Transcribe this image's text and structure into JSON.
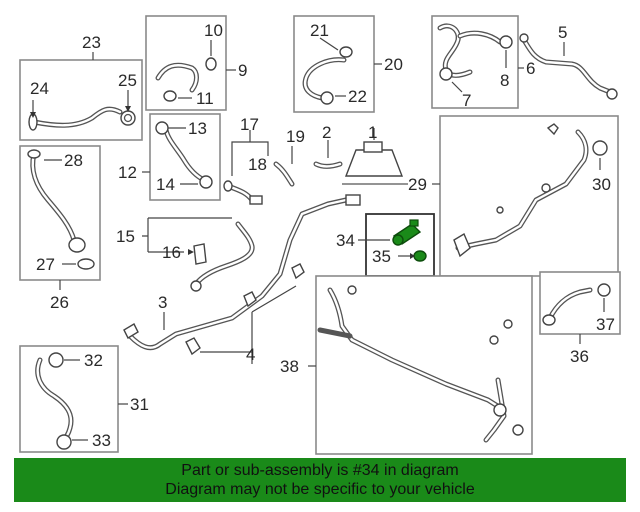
{
  "callouts": {
    "c1": "1",
    "c2": "2",
    "c3": "3",
    "c4": "4",
    "c5": "5",
    "c6": "6",
    "c7": "7",
    "c8": "8",
    "c9": "9",
    "c10": "10",
    "c11": "11",
    "c12": "12",
    "c13": "13",
    "c14": "14",
    "c15": "15",
    "c16": "16",
    "c17": "17",
    "c18": "18",
    "c19": "19",
    "c20": "20",
    "c21": "21",
    "c22": "22",
    "c23": "23",
    "c24": "24",
    "c25": "25",
    "c26": "26",
    "c27": "27",
    "c28": "28",
    "c29": "29",
    "c30": "30",
    "c31": "31",
    "c32": "32",
    "c33": "33",
    "c34": "34",
    "c35": "35",
    "c36": "36",
    "c37": "37",
    "c38": "38"
  },
  "highlight": {
    "part": "34",
    "color": "#1a8a19"
  },
  "banner": {
    "line1": "Part or sub-assembly is #34 in diagram",
    "line2": "Diagram may not be specific to your vehicle",
    "background": "#1a8a19"
  }
}
